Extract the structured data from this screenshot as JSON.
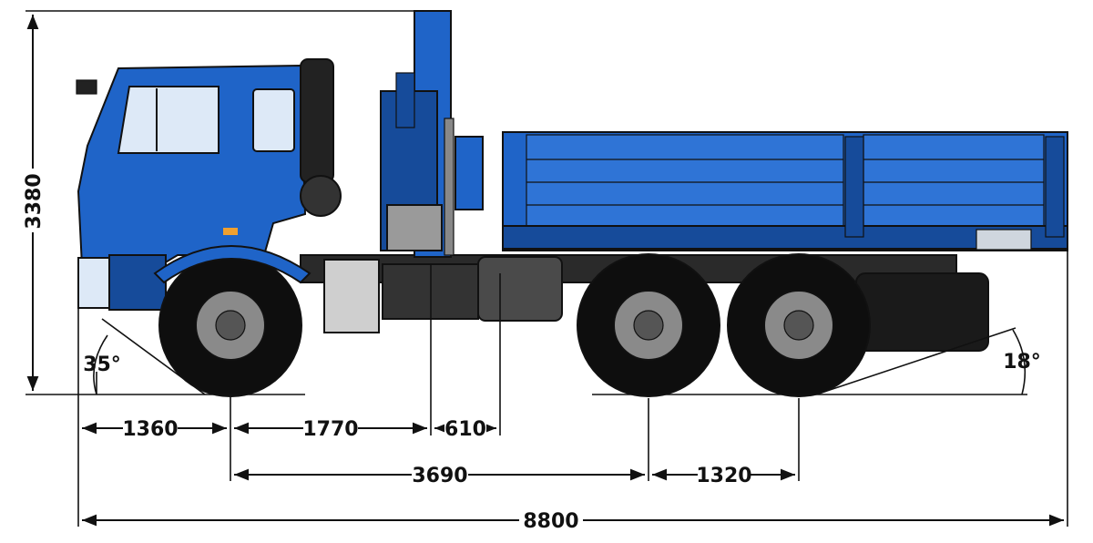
{
  "dimensions": {
    "overall_length": "8800",
    "overall_height": "3380",
    "front_overhang": "1360",
    "wheelbase_to_crane": "1770",
    "crane_width": "610",
    "wheelbase": "3690",
    "rear_axle_spacing": "1320",
    "approach_angle": "35°",
    "departure_angle": "18°"
  },
  "colors": {
    "body": "#1f64c8",
    "body_dark": "#164b9a",
    "chassis": "#2a2a2a",
    "tire": "#0e0e0e",
    "rim": "#8a8a8a",
    "glass": "#dde9f7"
  }
}
